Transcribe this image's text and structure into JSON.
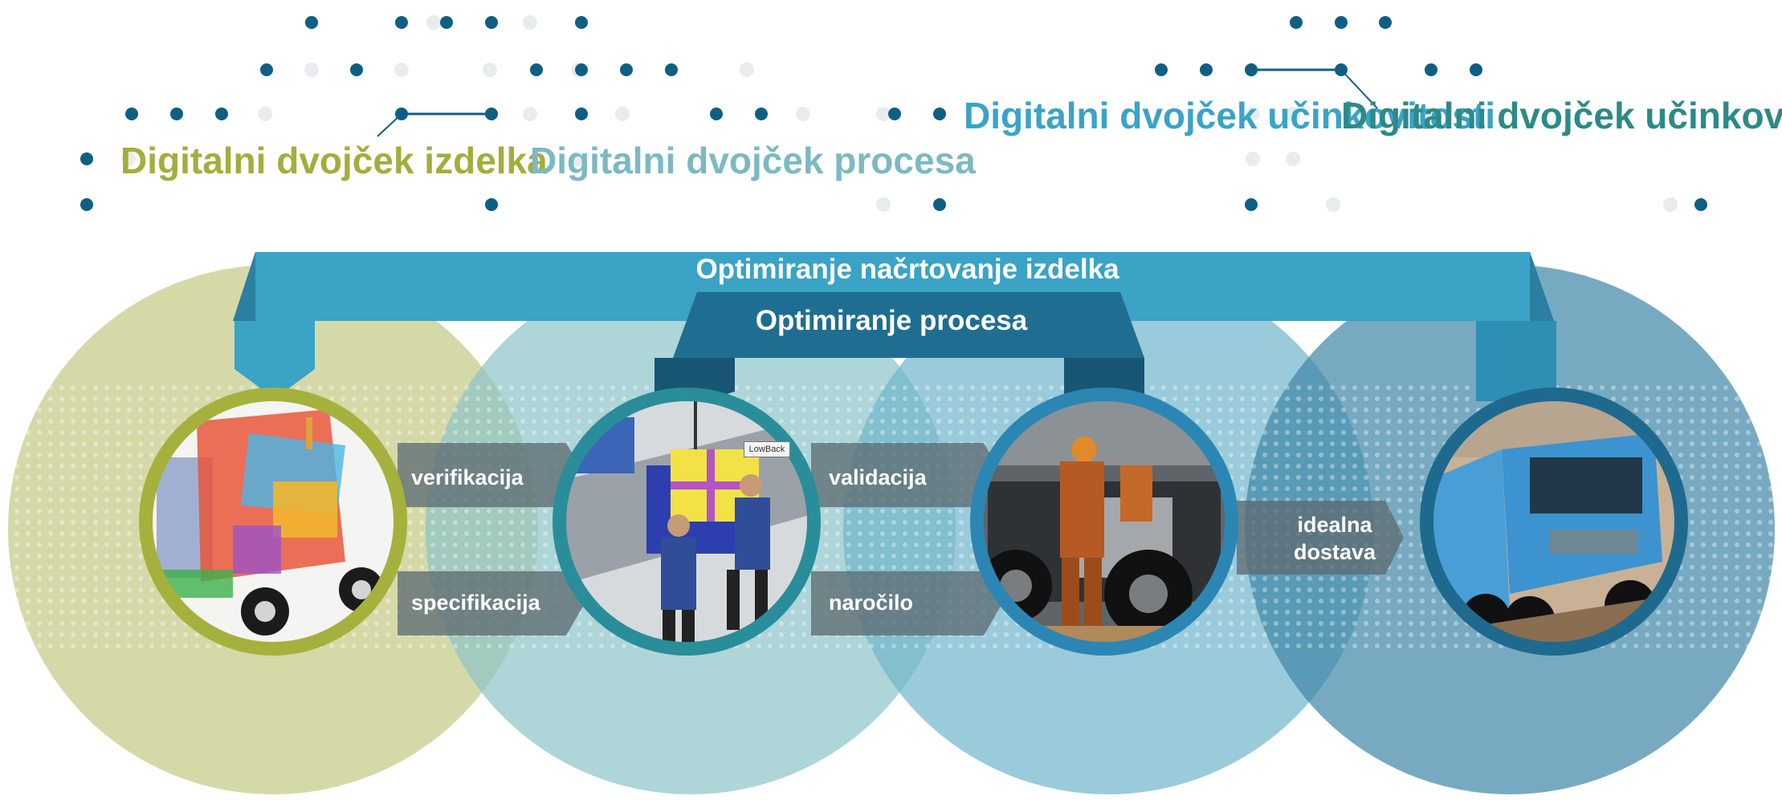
{
  "titles": {
    "product": "Digitalni dvojček izdelka",
    "process": "Digitalni dvojček procesa",
    "performance": "Digitalni dvojček učinkovitosti",
    "component": "Digitalni dvojček učinkovitosti gradnikov"
  },
  "bands": {
    "outer": "Optimiranje načrtovanje izdelka",
    "inner": "Optimiranje procesa"
  },
  "flows": {
    "verification": "verifikacija",
    "specification": "specifikacija",
    "validation": "validacija",
    "order": "naročilo",
    "ideal_delivery": "idealna dostava"
  },
  "image_labels": {
    "lowback_tag": "LowBack"
  },
  "colors": {
    "product_green": "#a4ad3c",
    "process_teal": "#7bb9c3",
    "performance_blue": "#3ba3c7",
    "component_teal": "#2d8a86",
    "outer_band": "#3aa3c6",
    "inner_band": "#1f6e92",
    "dot_blue": "#0f5f84"
  },
  "icons": [
    "truck-cad-icon",
    "assembly-line-icon",
    "mechanics-engine-icon",
    "dump-truck-icon"
  ]
}
